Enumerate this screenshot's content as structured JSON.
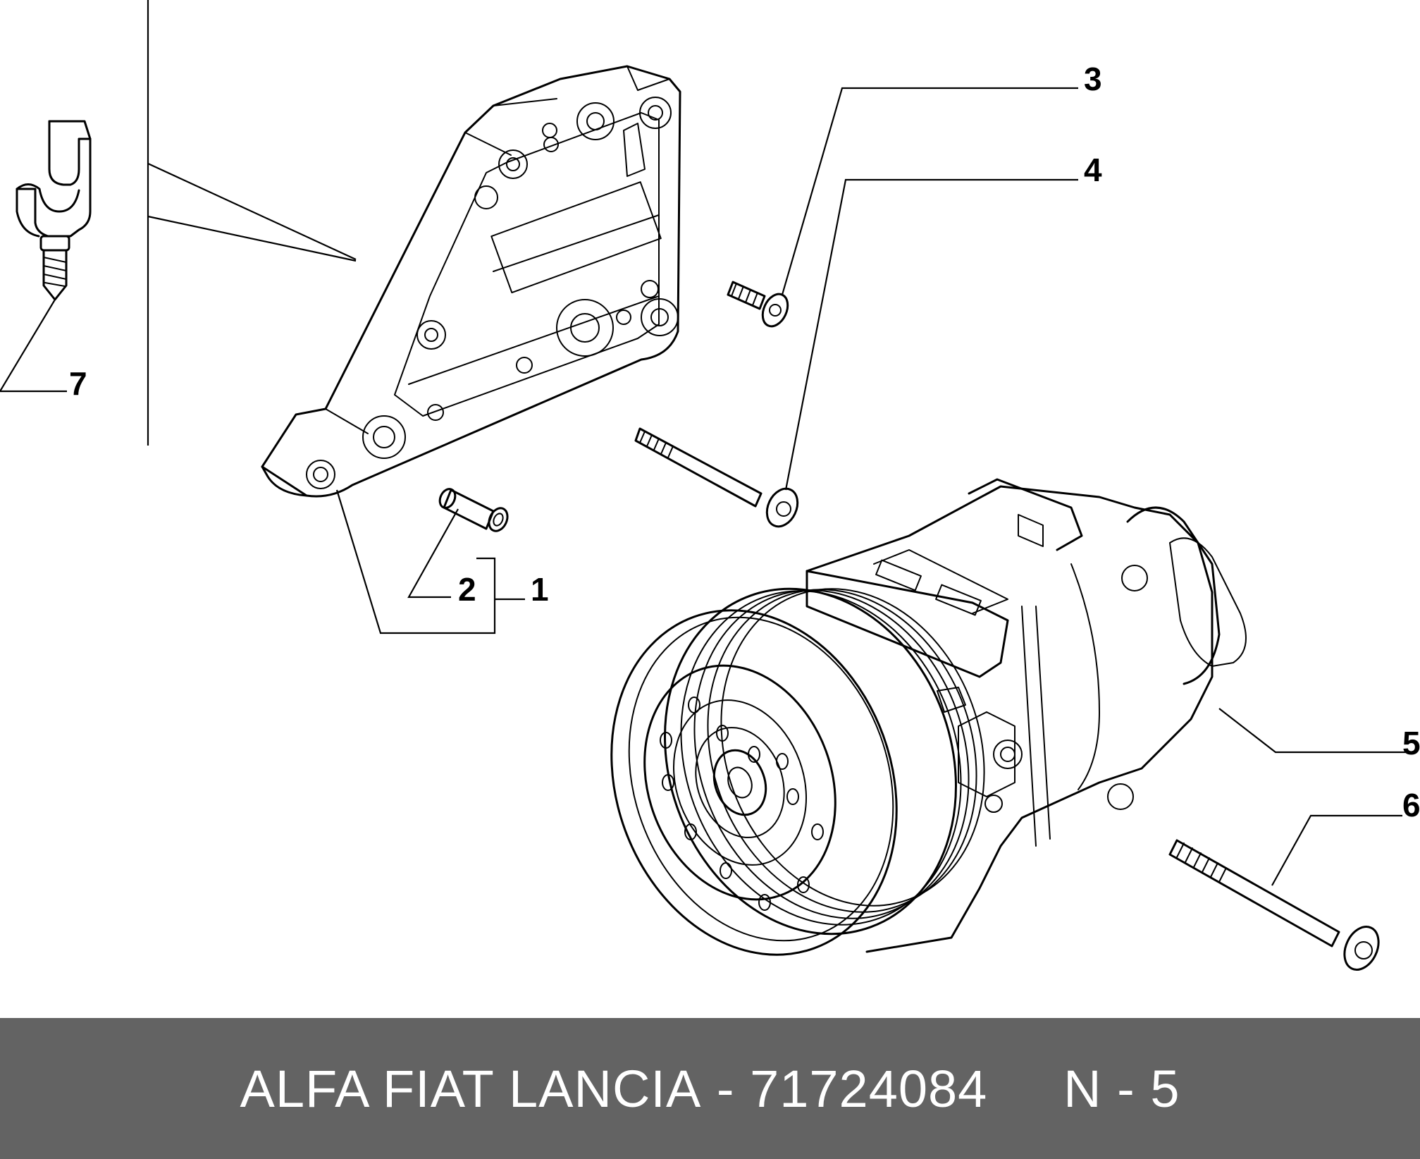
{
  "callouts": {
    "c1": "1",
    "c2": "2",
    "c3": "3",
    "c4": "4",
    "c5": "5",
    "c6": "6",
    "c7": "7"
  },
  "footer": {
    "brand": "ALFA FIAT LANCIA",
    "separator": " - ",
    "part_number": "71724084",
    "position_code": "N - 5"
  },
  "colors": {
    "footer_bg": "#636363",
    "footer_text": "#ffffff",
    "line": "#000000"
  }
}
